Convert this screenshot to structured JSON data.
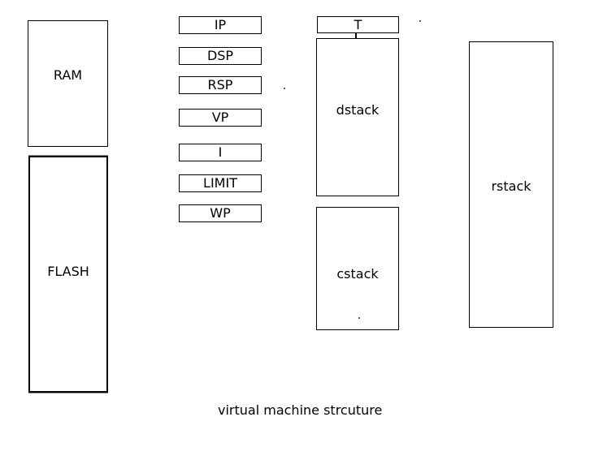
{
  "diagram": {
    "caption": "virtual machine strcuture",
    "ram": {
      "label": "RAM"
    },
    "flash": {
      "label": "FLASH"
    },
    "registers": [
      {
        "label": "IP"
      },
      {
        "label": "DSP"
      },
      {
        "label": "RSP"
      },
      {
        "label": "VP"
      },
      {
        "label": "I"
      },
      {
        "label": "LIMIT"
      },
      {
        "label": "WP"
      }
    ],
    "t_register": {
      "label": "T"
    },
    "dstack": {
      "label": "dstack"
    },
    "cstack": {
      "label": "cstack"
    },
    "rstack": {
      "label": "rstack"
    },
    "colors": {
      "stroke": "#000000",
      "text": "#000000",
      "background": "#ffffff"
    }
  }
}
